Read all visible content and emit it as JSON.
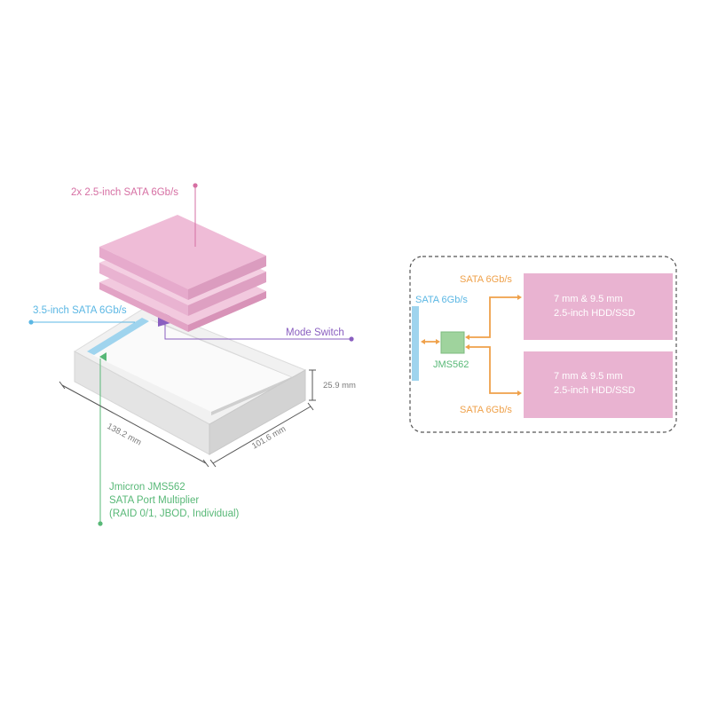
{
  "colors": {
    "pink": "#e9b3d1",
    "pink_label": "#d66fa3",
    "blue": "#5bb7e4",
    "purple": "#8a5fc0",
    "green": "#58b877",
    "orange": "#efa14a",
    "enclosure": "#e6e6e6"
  },
  "enclosure_diagram": {
    "drives_label": "2x 2.5-inch SATA 6Gb/s",
    "large_drive_label": "3.5-inch SATA 6Gb/s",
    "mode_switch_label": "Mode Switch",
    "chip_label_line1": "Jmicron JMS562",
    "chip_label_line2": "SATA Port Multiplier",
    "chip_label_line3": "(RAID 0/1, JBOD, Individual)",
    "dim_height": "25.9 mm",
    "dim_length": "138.2 mm",
    "dim_width": "101.6 mm"
  },
  "block_diagram": {
    "host_label": "SATA 6Gb/s",
    "chip_label": "JMS562",
    "top_link_label": "SATA 6Gb/s",
    "bottom_link_label": "SATA 6Gb/s",
    "drive_top_line1": "7 mm & 9.5 mm",
    "drive_top_line2": "2.5-inch HDD/SSD",
    "drive_bottom_line1": "7 mm & 9.5 mm",
    "drive_bottom_line2": "2.5-inch HDD/SSD"
  }
}
